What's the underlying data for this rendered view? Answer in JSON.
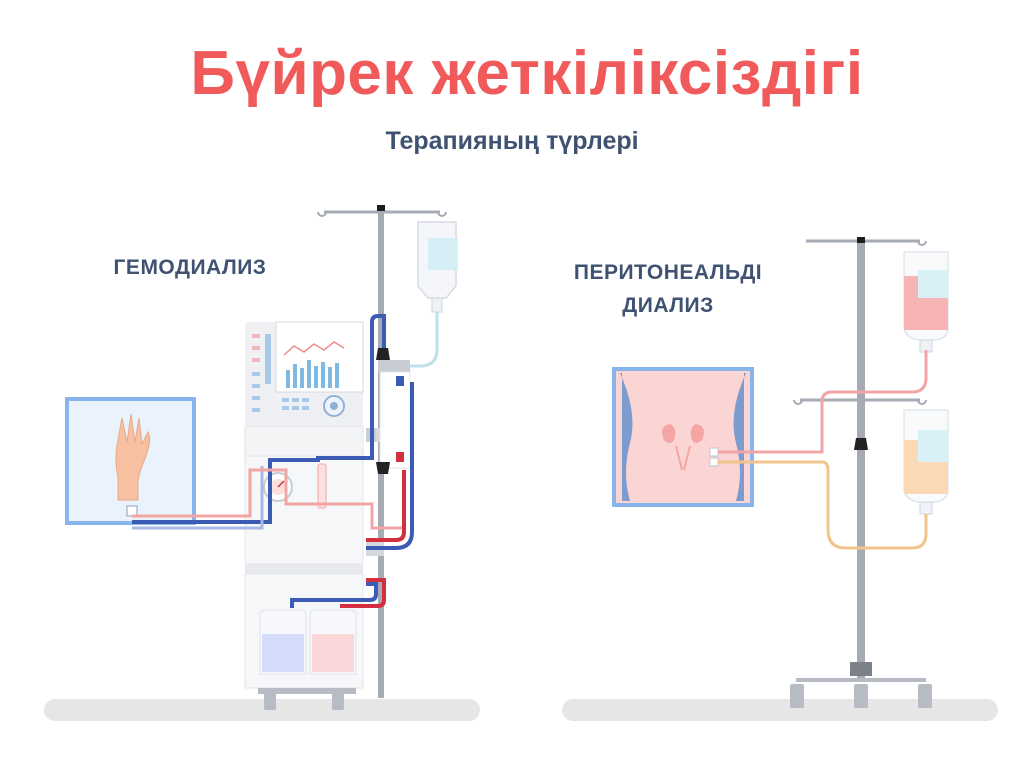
{
  "title": "Бүйрек жеткіліксіздігі",
  "subtitle": "Терапияның түрлері",
  "therapies": [
    {
      "label": "ГЕМОДИАЛИЗ"
    },
    {
      "label_line1": "ПЕРИТОНЕАЛЬДІ",
      "label_line2": "ДИАЛИЗ"
    }
  ],
  "colors": {
    "title": "#f15a5a",
    "text": "#3f5272",
    "blue_tube": "#3b5bb5",
    "red_tube": "#d32f3f",
    "frame": "#87b5ec",
    "floor": "#e6e6e6",
    "pink_fluid": "#f6b4b4",
    "yellow_fluid": "#fbd9b4"
  }
}
